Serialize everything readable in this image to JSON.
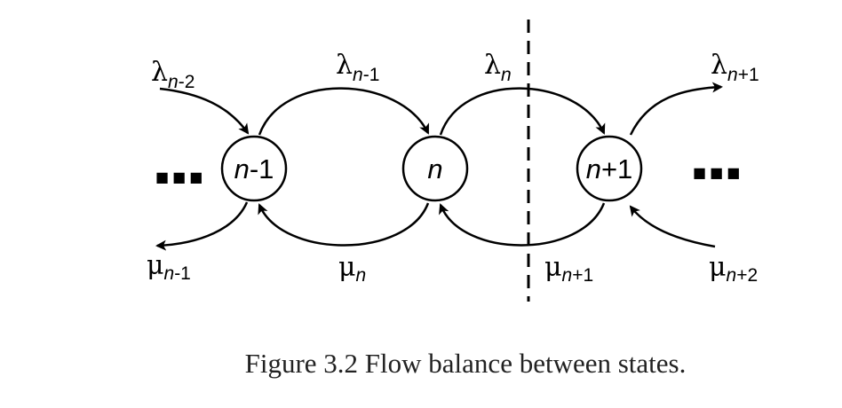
{
  "figure": {
    "caption": "Figure 3.2 Flow balance between states.",
    "ellipsis": "■■■",
    "states": [
      {
        "id": "n-1",
        "var": "n",
        "suffix": "-1"
      },
      {
        "id": "n",
        "var": "n",
        "suffix": ""
      },
      {
        "id": "n+1",
        "var": "n",
        "suffix": "+1"
      }
    ],
    "arrival_labels": [
      {
        "symbol": "λ",
        "var": "n",
        "suffix": "-2"
      },
      {
        "symbol": "λ",
        "var": "n",
        "suffix": "-1"
      },
      {
        "symbol": "λ",
        "var": "n",
        "suffix": ""
      },
      {
        "symbol": "λ",
        "var": "n",
        "suffix": "+1"
      }
    ],
    "service_labels": [
      {
        "symbol": "μ",
        "var": "n",
        "suffix": "-1"
      },
      {
        "symbol": "μ",
        "var": "n",
        "suffix": ""
      },
      {
        "symbol": "μ",
        "var": "n",
        "suffix": "+1"
      },
      {
        "symbol": "μ",
        "var": "n",
        "suffix": "+2"
      }
    ]
  }
}
